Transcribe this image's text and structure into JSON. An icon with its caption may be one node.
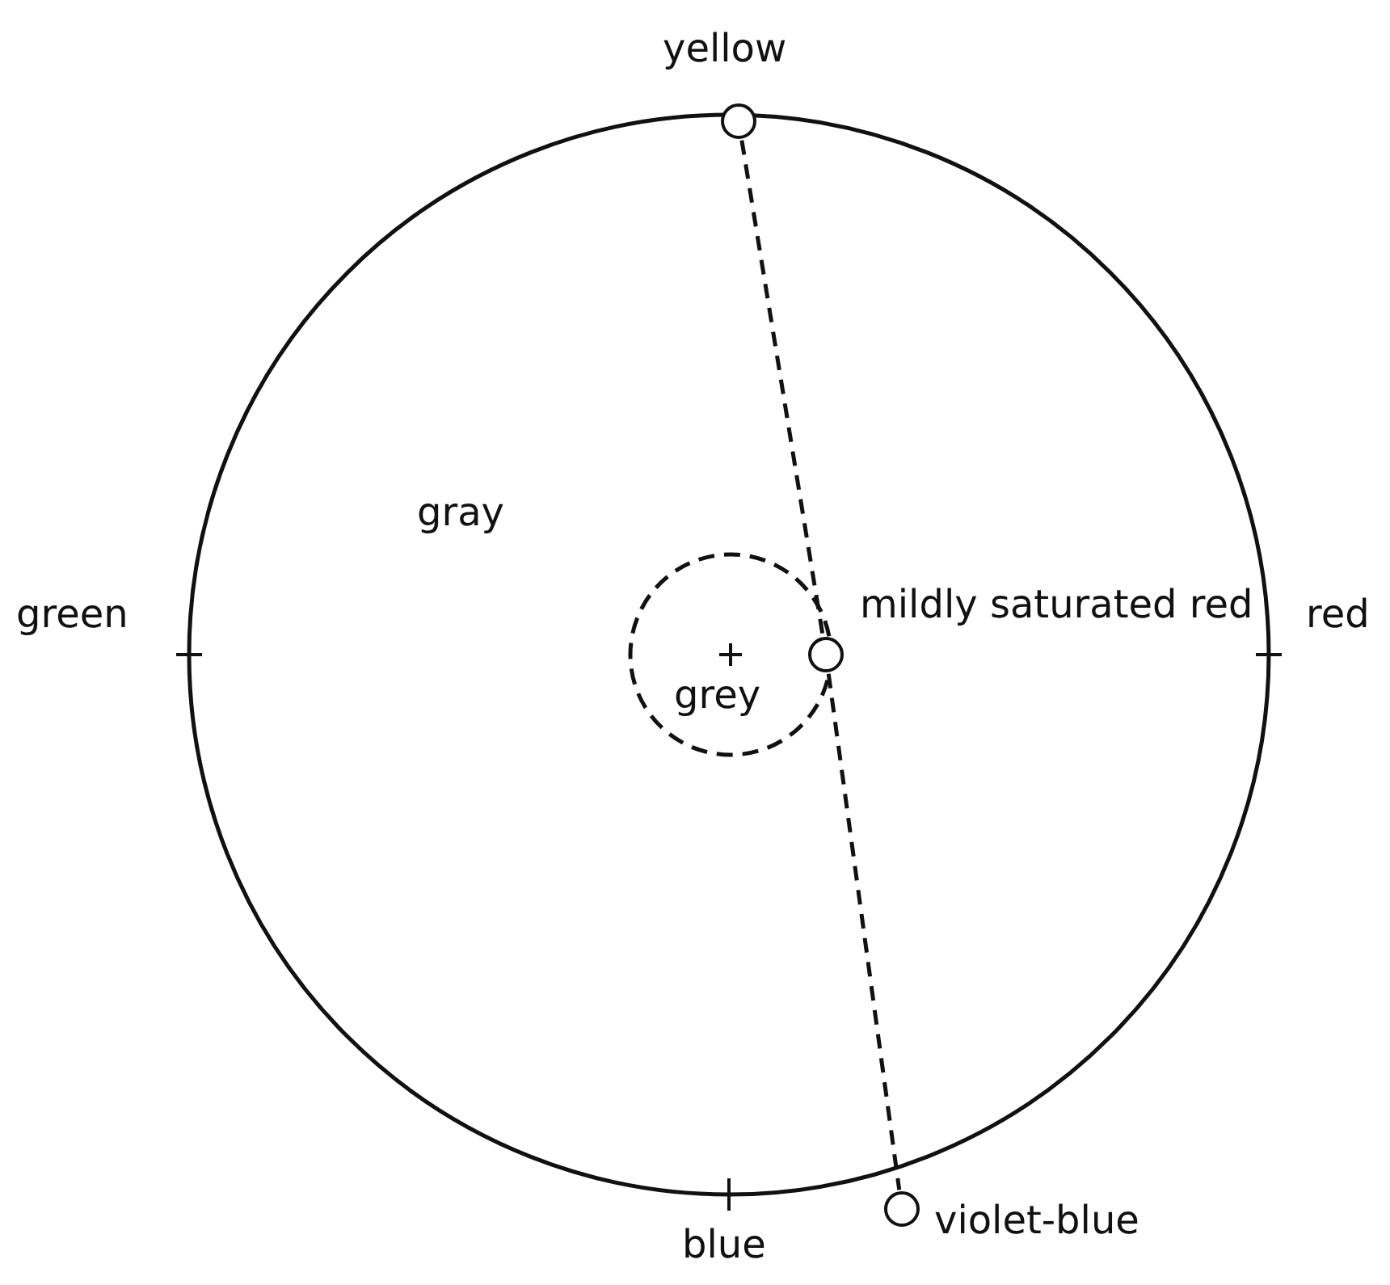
{
  "diagram": {
    "nodes": [
      {
        "text": [],
        "shape": "circle",
        "beside": [
          "yellow"
        ]
      },
      {
        "text": [],
        "shape": "circle",
        "beside": [
          "mildly saturated red"
        ]
      },
      {
        "text": [],
        "shape": "circle",
        "beside": [
          "violet-blue"
        ]
      }
    ],
    "edges": [
      {
        "from": 0,
        "to": 1,
        "arrow": "none",
        "style": "dashed"
      },
      {
        "from": 1,
        "to": 2,
        "arrow": "none",
        "style": "dashed"
      }
    ],
    "labels": [
      "gray",
      "green",
      "red",
      "grey",
      "blue"
    ]
  }
}
